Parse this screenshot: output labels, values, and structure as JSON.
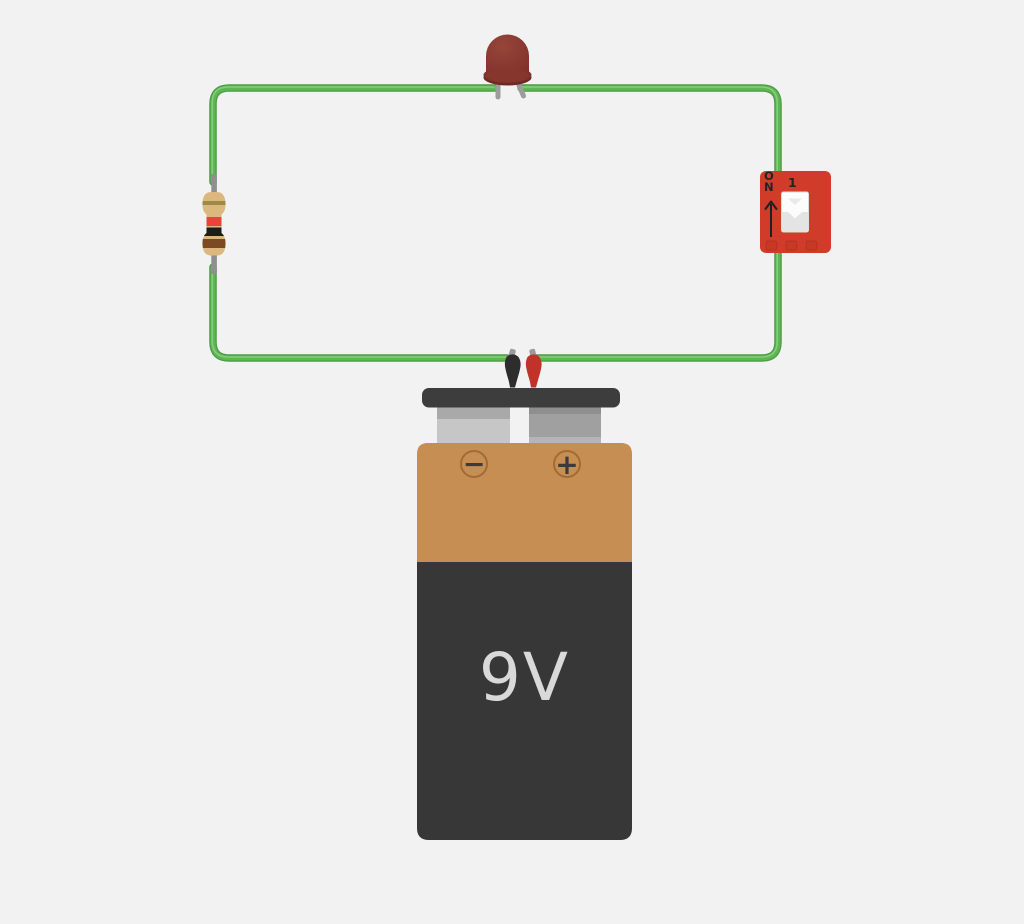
{
  "canvas": {
    "background_color": "#f2f2f3"
  },
  "circuit": {
    "wire": {
      "color": "#5eb654",
      "shadow_color": "#4a9b43",
      "highlight_color": "#85cd79"
    },
    "led": {
      "body_color": "#8a3a31",
      "lead_color": "#9c9c9c"
    },
    "resistor": {
      "body_color": "#dcb77e",
      "lead_color": "#8f8f8f",
      "bands": [
        "#9c8a45",
        "#e8453a",
        "#1f1c1a",
        "#7c4a22"
      ]
    },
    "slide_switch": {
      "body_color": "#d13b29",
      "on_label": "ON",
      "position_label": "1",
      "slider_color": "#e4e4e4"
    },
    "battery": {
      "voltage_label": "9V",
      "negative_symbol": "−",
      "positive_symbol": "+",
      "case_color": "#c68e52",
      "sleeve_color": "#373737",
      "terminal_bar_color": "#3d3d3d",
      "negative_clip_color": "#2d2d2d",
      "positive_clip_color": "#c1332a"
    }
  }
}
